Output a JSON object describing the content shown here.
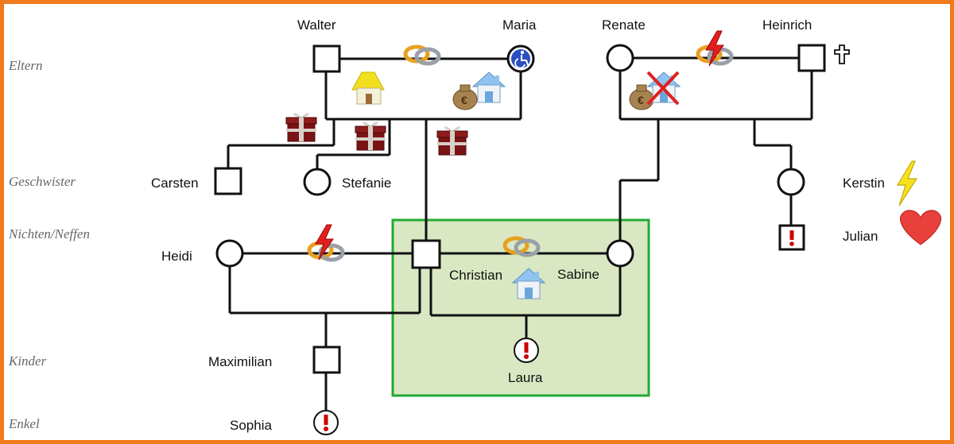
{
  "generations": {
    "eltern": "Eltern",
    "geschwister": "Geschwister",
    "nichten_neffen": "Nichten/Neffen",
    "kinder": "Kinder",
    "enkel": "Enkel"
  },
  "people": {
    "walter": "Walter",
    "maria": "Maria",
    "renate": "Renate",
    "heinrich": "Heinrich",
    "carsten": "Carsten",
    "stefanie": "Stefanie",
    "kerstin": "Kerstin",
    "julian": "Julian",
    "heidi": "Heidi",
    "christian": "Christian",
    "sabine": "Sabine",
    "laura": "Laura",
    "maximilian": "Maximilian",
    "sophia": "Sophia"
  },
  "colors": {
    "border": "#f07a1c",
    "highlight_fill": "#d9e8c2",
    "highlight_border": "#22aa33",
    "line": "#111111",
    "ring_gold": "#e8a020",
    "ring_silver": "#9aa0a8",
    "lightning": "#e02020",
    "heart": "#e8403a",
    "gift": "#7a1414",
    "alert": "#cc0000"
  },
  "icons": {
    "walter_maria_rings": "wedding-rings-icon",
    "renate_heinrich_rings": "divorced-rings-icon",
    "heidi_christian_rings": "divorced-rings-icon",
    "christian_sabine_rings": "wedding-rings-icon",
    "maria_status": "wheelchair-icon",
    "heinrich_status": "deceased-cross-icon",
    "walter_maria_assets": [
      "cottage-icon",
      "money-bag-icon",
      "house-icon"
    ],
    "renate_heinrich_assets": [
      "money-bag-icon",
      "house-crossed-icon"
    ],
    "christian_sabine_home": "house-icon",
    "gifts": [
      "gift-icon",
      "gift-icon",
      "gift-icon"
    ],
    "kerstin_status": "lightning-icon",
    "julian_status": "heart-icon",
    "alerts": [
      "julian",
      "laura",
      "sophia"
    ]
  }
}
